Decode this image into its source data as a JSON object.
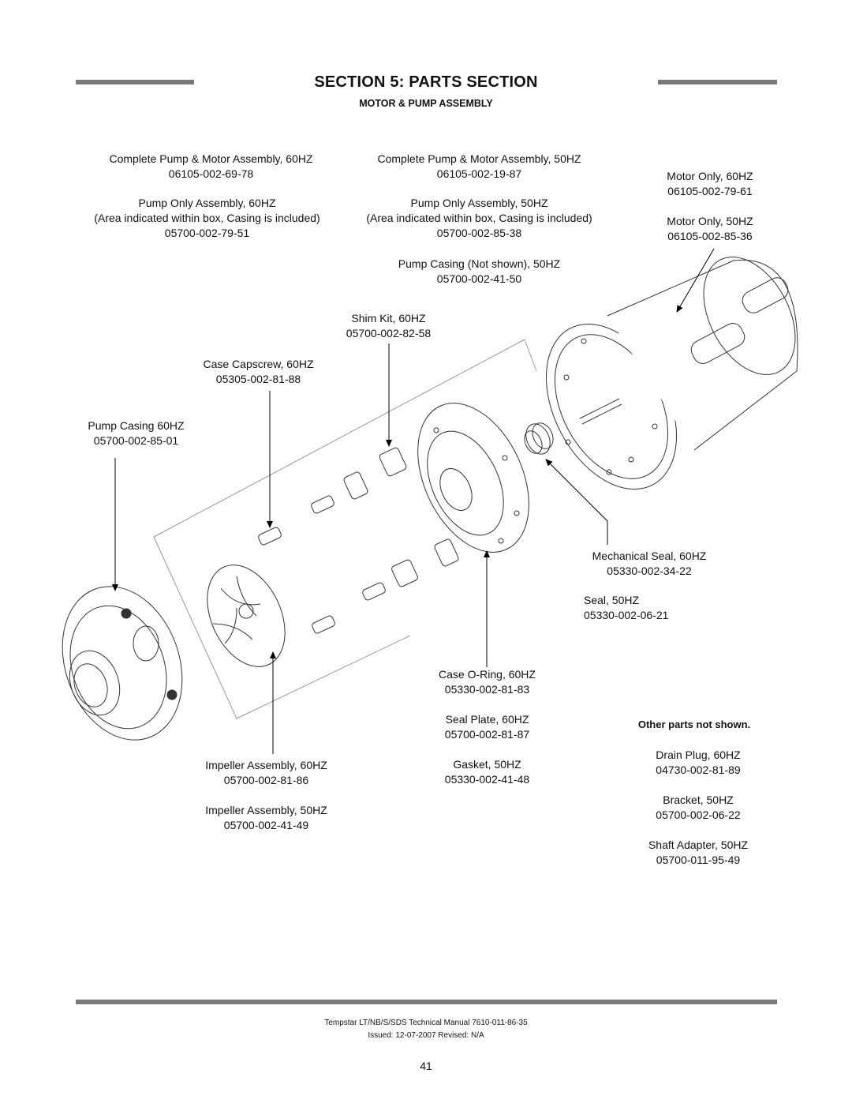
{
  "header": {
    "title": "SECTION 5: PARTS SECTION",
    "subtitle": "MOTOR & PUMP ASSEMBLY"
  },
  "labels": {
    "complete_60": {
      "name": "Complete Pump & Motor Assembly, 60HZ",
      "part": "06105-002-69-78"
    },
    "pump_only_60": {
      "name": "Pump Only Assembly, 60HZ",
      "note": "(Area indicated within box, Casing is included)",
      "part": "05700-002-79-51"
    },
    "complete_50": {
      "name": "Complete Pump & Motor Assembly, 50HZ",
      "part": "06105-002-19-87"
    },
    "pump_only_50": {
      "name": "Pump Only Assembly, 50HZ",
      "note": "(Area indicated within box, Casing is included)",
      "part": "05700-002-85-38"
    },
    "pump_casing_50": {
      "name": "Pump Casing (Not shown), 50HZ",
      "part": "05700-002-41-50"
    },
    "motor_60": {
      "name": "Motor Only, 60HZ",
      "part": "06105-002-79-61"
    },
    "motor_50": {
      "name": "Motor Only, 50HZ",
      "part": "06105-002-85-36"
    },
    "shim_kit": {
      "name": "Shim Kit, 60HZ",
      "part": "05700-002-82-58"
    },
    "case_capscrew": {
      "name": "Case Capscrew, 60HZ",
      "part": "05305-002-81-88"
    },
    "pump_casing_60": {
      "name": "Pump Casing 60HZ",
      "part": "05700-002-85-01"
    },
    "mech_seal_60": {
      "name": "Mechanical Seal, 60HZ",
      "part": "05330-002-34-22"
    },
    "seal_50": {
      "name": "Seal, 50HZ",
      "part": "05330-002-06-21"
    },
    "case_oring": {
      "name": "Case O-Ring, 60HZ",
      "part": "05330-002-81-83"
    },
    "seal_plate": {
      "name": "Seal Plate, 60HZ",
      "part": "05700-002-81-87"
    },
    "gasket_50": {
      "name": "Gasket, 50HZ",
      "part": "05330-002-41-48"
    },
    "impeller_60": {
      "name": "Impeller Assembly, 60HZ",
      "part": "05700-002-81-86"
    },
    "impeller_50": {
      "name": "Impeller Assembly, 50HZ",
      "part": "05700-002-41-49"
    }
  },
  "other_parts": {
    "heading": "Other parts not shown.",
    "items": [
      {
        "name": "Drain Plug, 60HZ",
        "part": "04730-002-81-89"
      },
      {
        "name": "Bracket, 50HZ",
        "part": "05700-002-06-22"
      },
      {
        "name": "Shaft Adapter, 50HZ",
        "part": "05700-011-95-49"
      }
    ]
  },
  "footer": {
    "manual": "Tempstar LT/NB/S/SDS Technical Manual 7610-011-86-35",
    "issued": "Issued: 12-07-2007  Revised: N/A",
    "page": "41"
  }
}
